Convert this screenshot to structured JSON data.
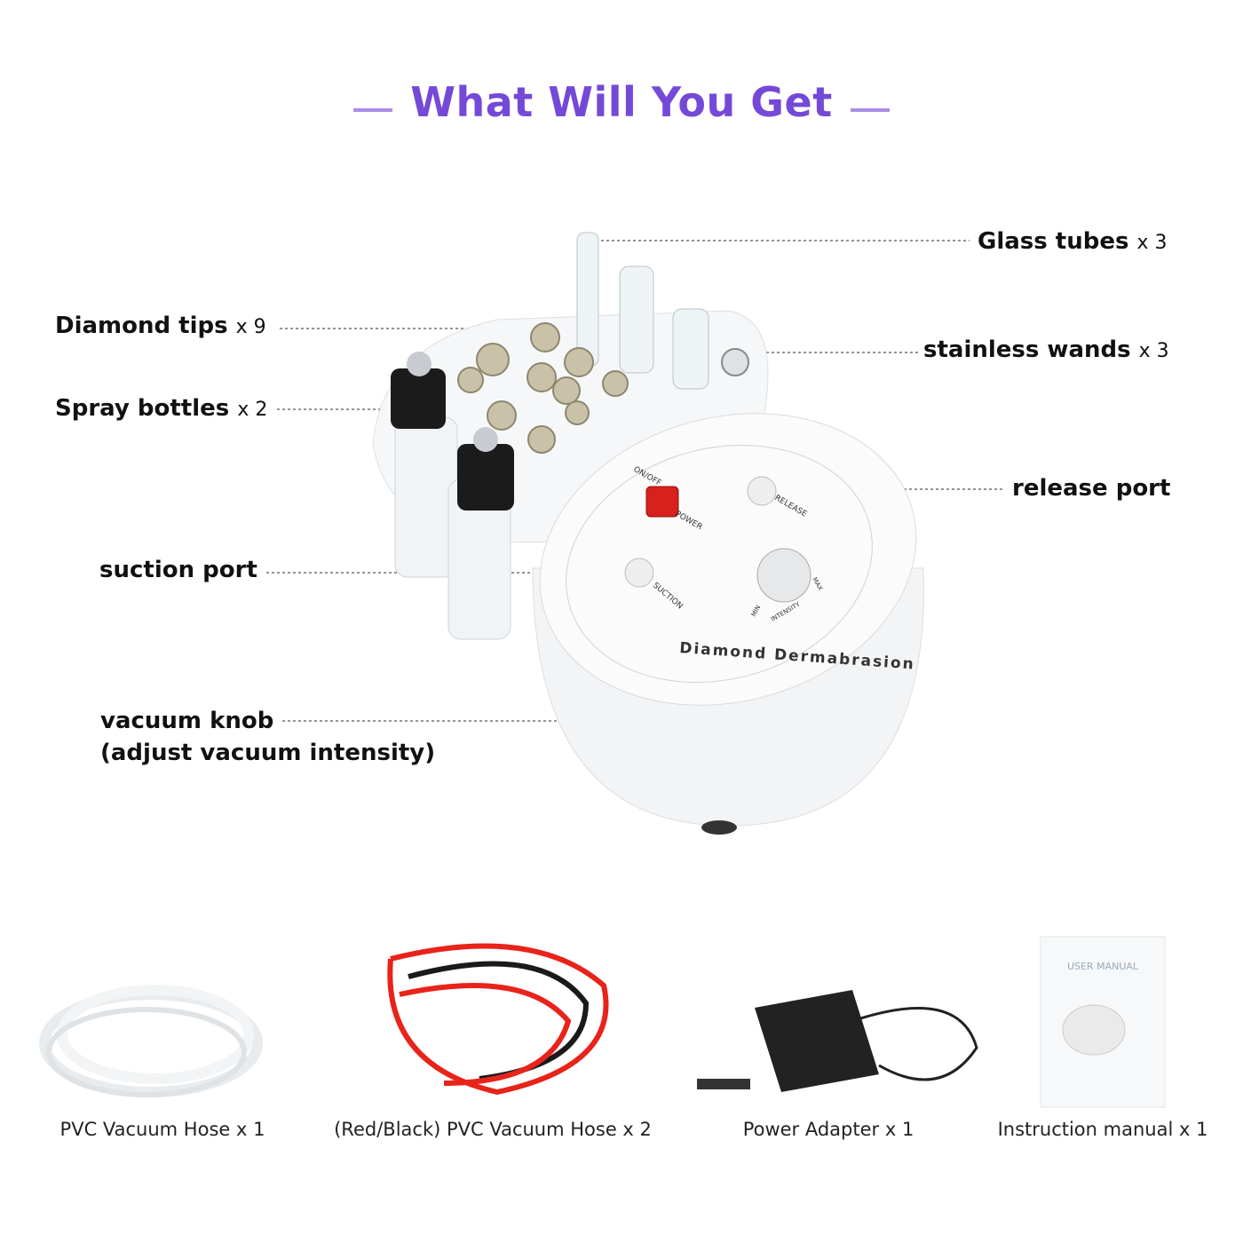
{
  "colors": {
    "accent": "#7449d8",
    "accent_light": "#a98de6",
    "hose_red": "#e8231a",
    "knob_red": "#d8201c"
  },
  "title": "What Will You Get",
  "callouts": [
    {
      "name": "Glass tubes",
      "qty": "x 3"
    },
    {
      "name": "Diamond tips",
      "qty": "x 9"
    },
    {
      "name": "stainless wands",
      "qty": "x 3"
    },
    {
      "name": "Spray bottles",
      "qty": "x 2"
    },
    {
      "name": "release port",
      "qty": ""
    },
    {
      "name": "suction port",
      "qty": ""
    },
    {
      "name": "vacuum knob",
      "qty": ""
    }
  ],
  "vacuum_knob_note": "(adjust vacuum intensity)",
  "device": {
    "brand": "Diamond Dermabrasion",
    "on_off": "ON/OFF",
    "power": "POWER",
    "release": "RELEASE",
    "suction": "SUCTION",
    "min": "MIN",
    "max": "MAX",
    "intensity": "INTENSITY"
  },
  "accessories": [
    {
      "caption": "PVC Vacuum Hose x 1"
    },
    {
      "caption": "(Red/Black) PVC Vacuum Hose x 2"
    },
    {
      "caption": "Power Adapter x 1"
    },
    {
      "caption": "Instruction manual  x 1",
      "manual_cover": "USER MANUAL"
    }
  ]
}
